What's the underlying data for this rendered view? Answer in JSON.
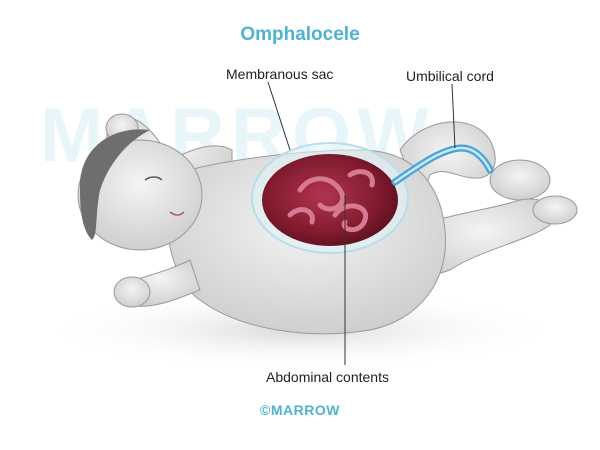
{
  "title": "Omphalocele",
  "labels": {
    "membranous_sac": "Membranous sac",
    "umbilical_cord": "Umbilical cord",
    "abdominal_contents": "Abdominal contents"
  },
  "watermark": "MARROW",
  "copyright": "©MARROW",
  "colors": {
    "title": "#4fb3d0",
    "skin": "#e7e7e7",
    "sac_inner": "#8e1f33",
    "cord": "#4aa3d4"
  }
}
